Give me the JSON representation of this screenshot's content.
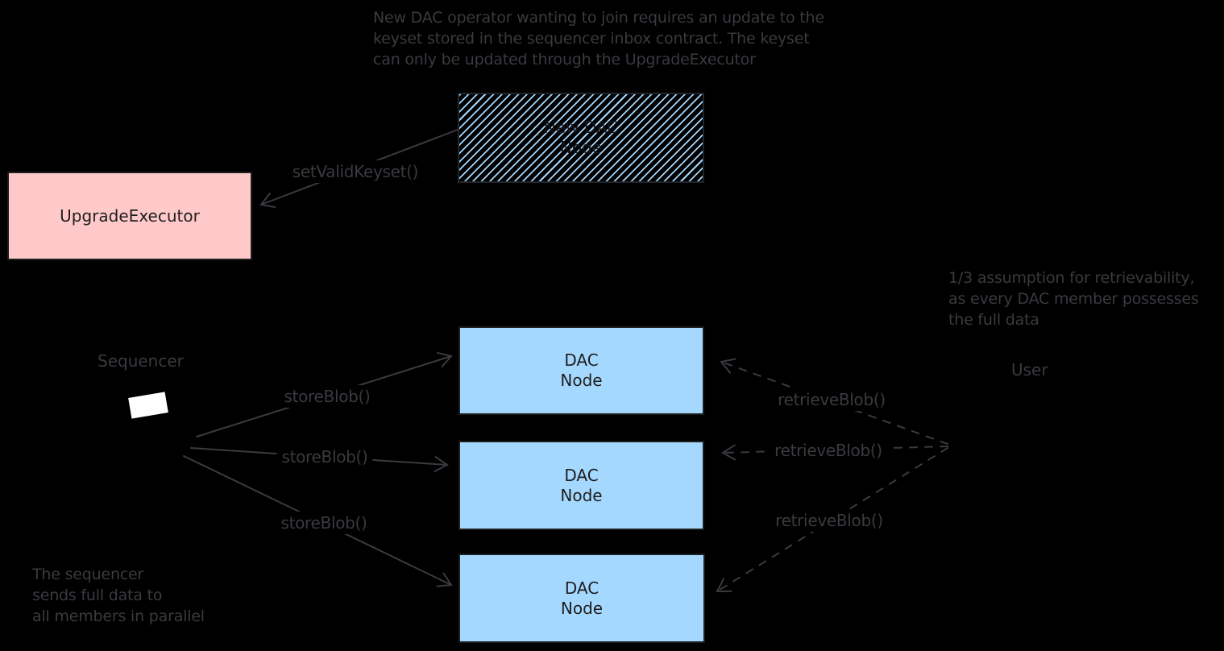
{
  "colors": {
    "background": "#000000",
    "stroke": "#3a3a40",
    "box_text": "#1e1e1e",
    "pink_fill": "#ffc9c9",
    "blue_fill": "#a5d8ff",
    "hatch_line": "#a5d8ff",
    "screen_white": "#ffffff"
  },
  "notes": {
    "top": {
      "lines": [
        "New DAC operator wanting to join requires an update to the",
        "keyset stored in the sequencer inbox contract. The keyset",
        "can only be updated through the UpgradeExecutor"
      ]
    },
    "assumption": {
      "lines": [
        "1/3 assumption for retrievability,",
        "as every DAC member possesses",
        "the full data"
      ]
    },
    "sequencer_note": {
      "lines": [
        "The sequencer",
        "sends full data to",
        "all members in parallel"
      ]
    }
  },
  "labels": {
    "sequencer": "Sequencer",
    "user": "User"
  },
  "boxes": {
    "upgrade_executor": {
      "label": "UpgradeExecutor"
    },
    "new_dac_node": {
      "lines": [
        "New DAC",
        "Node"
      ]
    },
    "dac_nodes": [
      {
        "lines": [
          "DAC",
          "Node"
        ]
      },
      {
        "lines": [
          "DAC",
          "Node"
        ]
      },
      {
        "lines": [
          "DAC",
          "Node"
        ]
      }
    ]
  },
  "arrows": {
    "set_valid_keyset": {
      "label": "setValidKeyset()"
    },
    "store_blob": [
      {
        "label": "storeBlob()"
      },
      {
        "label": "storeBlob()"
      },
      {
        "label": "storeBlob()"
      }
    ],
    "retrieve_blob": [
      {
        "label": "retrieveBlob()"
      },
      {
        "label": "retrieveBlob()"
      },
      {
        "label": "retrieveBlob()"
      }
    ]
  }
}
